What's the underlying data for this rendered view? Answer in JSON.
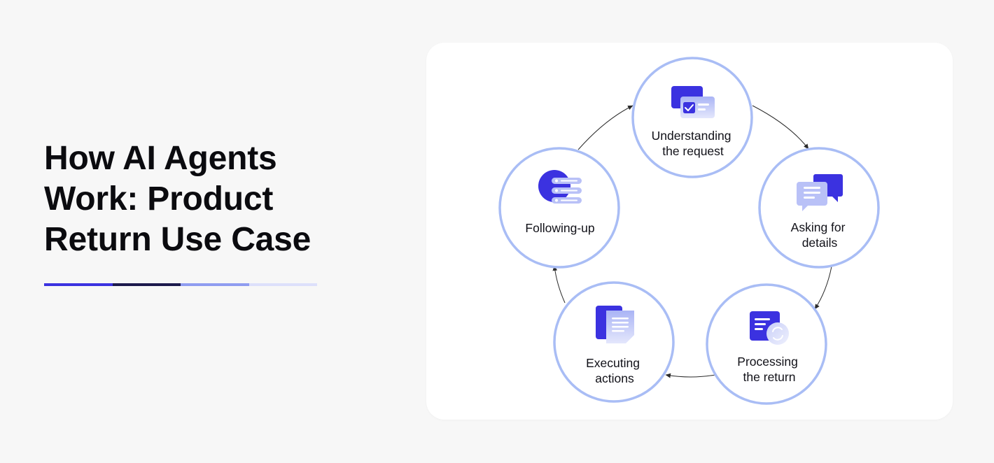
{
  "title_lines": [
    "How AI Agents",
    "Work: Product",
    "Return Use Case"
  ],
  "colors": {
    "accent_primary": "#3b32e0",
    "accent_dark": "#1c1a4c",
    "accent_light": "#8f9cf0",
    "accent_pale": "#dde0fb",
    "node_border": "#a9bdf5",
    "arrow": "#2a2a2a"
  },
  "steps": [
    {
      "id": "understanding",
      "label_lines": [
        "Understanding",
        "the request"
      ],
      "icon": "chat-check-icon"
    },
    {
      "id": "asking",
      "label_lines": [
        "Asking for",
        "details"
      ],
      "icon": "chat-bubbles-icon"
    },
    {
      "id": "processing",
      "label_lines": [
        "Processing",
        "the return"
      ],
      "icon": "document-refresh-icon"
    },
    {
      "id": "executing",
      "label_lines": [
        "Executing",
        "actions"
      ],
      "icon": "documents-icon"
    },
    {
      "id": "following",
      "label_lines": [
        "Following-up"
      ],
      "icon": "list-bubble-icon"
    }
  ]
}
